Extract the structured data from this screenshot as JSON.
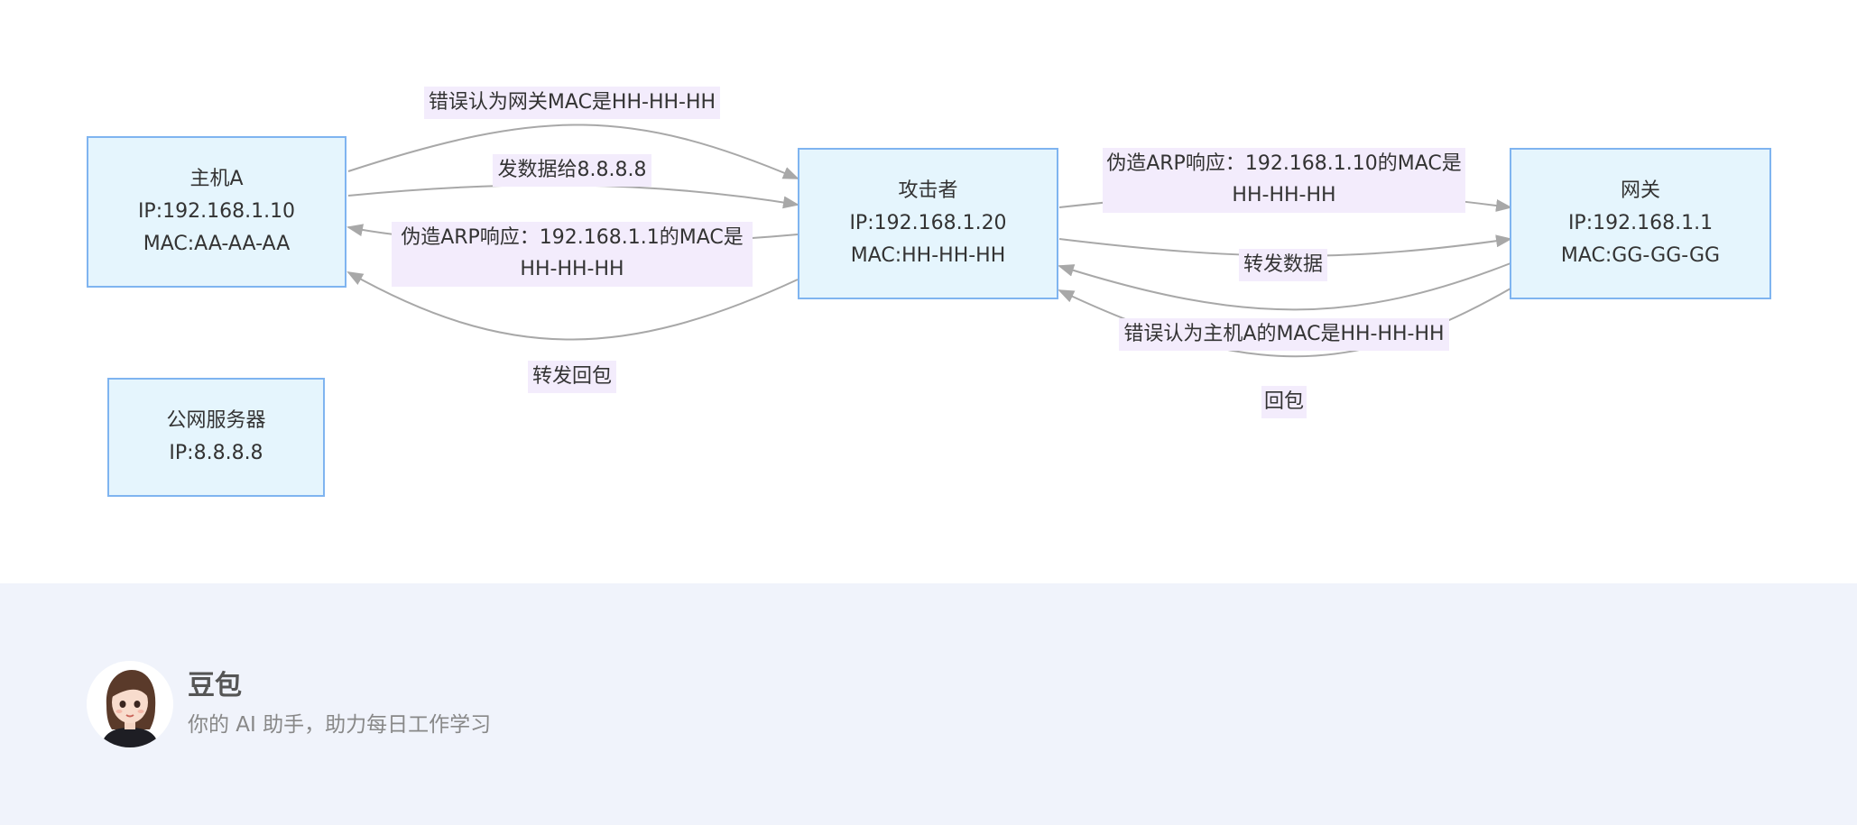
{
  "diagram": {
    "nodes": {
      "hostA": {
        "lines": [
          "主机A",
          "IP:192.168.1.10",
          "MAC:AA-AA-AA"
        ]
      },
      "attacker": {
        "lines": [
          "攻击者",
          "IP:192.168.1.20",
          "MAC:HH-HH-HH"
        ]
      },
      "gateway": {
        "lines": [
          "网关",
          "IP:192.168.1.1",
          "MAC:GG-GG-GG"
        ]
      },
      "server": {
        "lines": [
          "公网服务器",
          "IP:8.8.8.8"
        ]
      }
    },
    "edges": [
      {
        "from": "hostA",
        "to": "attacker",
        "lines": [
          "错误认为网关MAC是HH-HH-HH"
        ]
      },
      {
        "from": "hostA",
        "to": "attacker",
        "lines": [
          "发数据给8.8.8.8"
        ]
      },
      {
        "from": "attacker",
        "to": "hostA",
        "lines": [
          "伪造ARP响应：192.168.1.1的MAC是",
          "HH-HH-HH"
        ]
      },
      {
        "from": "attacker",
        "to": "hostA",
        "lines": [
          "转发回包"
        ]
      },
      {
        "from": "attacker",
        "to": "gateway",
        "lines": [
          "伪造ARP响应：192.168.1.10的MAC是",
          "HH-HH-HH"
        ]
      },
      {
        "from": "attacker",
        "to": "gateway",
        "lines": [
          "转发数据"
        ]
      },
      {
        "from": "gateway",
        "to": "attacker",
        "lines": [
          "错误认为主机A的MAC是HH-HH-HH"
        ]
      },
      {
        "from": "gateway",
        "to": "attacker",
        "lines": [
          "回包"
        ]
      }
    ],
    "colors": {
      "node_fill": "#e5f5fd",
      "node_border": "#7fb4f0",
      "edge_stroke": "#a8a8a8",
      "label_fill": "#f3ecfc",
      "text": "#333333"
    }
  },
  "footer": {
    "brand_name": "豆包",
    "tagline": "你的 AI 助手，助力每日工作学习",
    "avatar_icon": "avatar-icon"
  }
}
